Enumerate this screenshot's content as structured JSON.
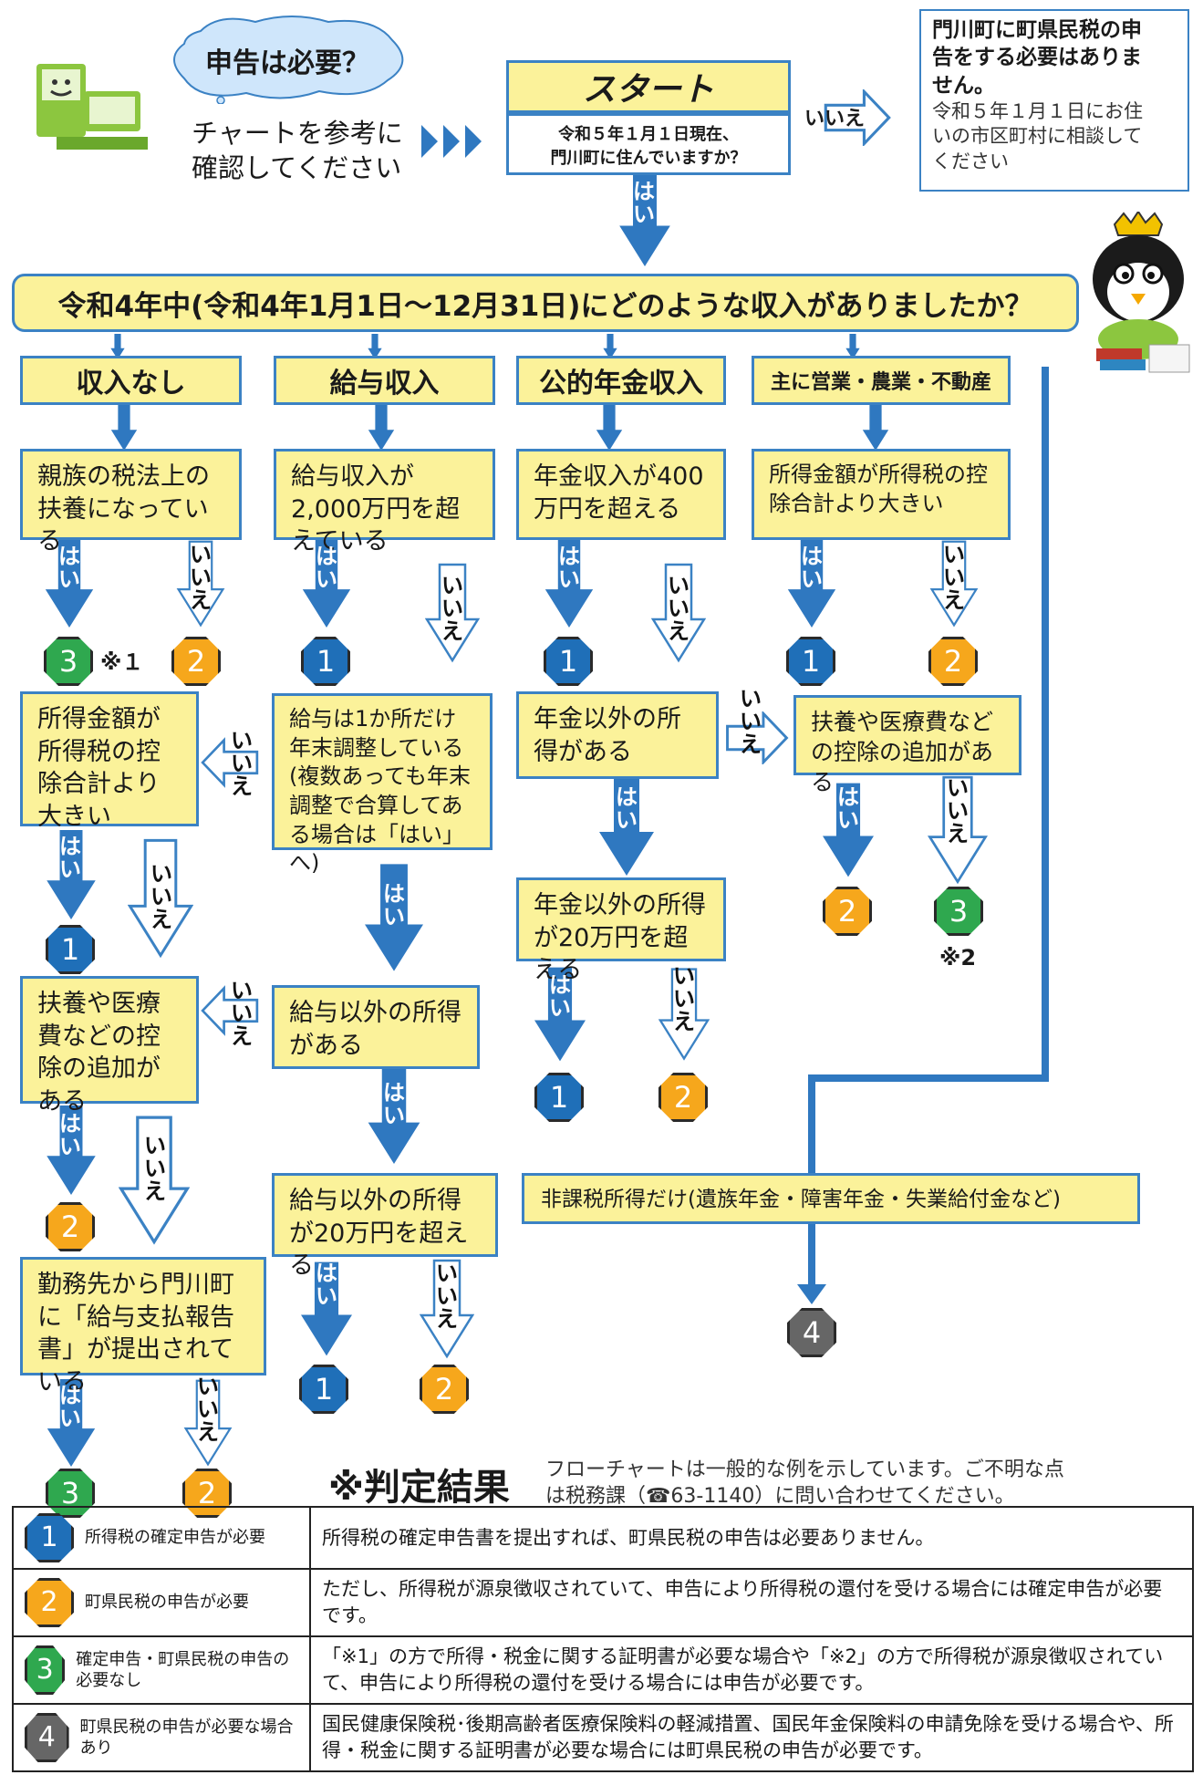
{
  "intro": {
    "bubble": "申告は必要？",
    "guide_line1": "チャートを参考に",
    "guide_line2": "確認してください"
  },
  "start": {
    "title": "スタート",
    "question_line1": "令和５年１月１日現在、",
    "question_line2": "門川町に住んでいますか？",
    "yes": "はい",
    "no": "いいえ"
  },
  "outside": {
    "heading_line1": "門川町に町県民税の申",
    "heading_line2": "告をする必要はありま",
    "heading_line3": "せん。",
    "body_line1": "令和５年１月１日にお住",
    "body_line2": "いの市区町村に相談して",
    "body_line3": "ください"
  },
  "income_question": "令和4年中(令和4年1月1日～12月31日)にどのような収入がありましたか？",
  "categories": {
    "none": "収入なし",
    "salary": "給与収入",
    "pension": "公的年金収入",
    "business": "主に営業・農業・不動産"
  },
  "labels": {
    "yes": "はい",
    "no": "いいえ"
  },
  "nodes": {
    "dependent": "親族の税法上の扶養になっている",
    "salary_over": "給与収入が2,000万円を超えている",
    "pension_over": "年金収入が400万円を超える",
    "business_over": "所得金額が所得税の控除合計より大きい",
    "none_income_over": "所得金額が所得税の控除合計より大きい",
    "salary_one": "給与は1か所だけ年末調整している(複数あっても年末調整で合算してある場合は「はい」へ)",
    "pension_other": "年金以外の所得がある",
    "deduction_add_right": "扶養や医療費などの控除の追加がある",
    "deduction_add_left": "扶養や医療費などの控除の追加がある",
    "salary_other": "給与以外の所得がある",
    "pension_other_over": "年金以外の所得が20万円を超える",
    "salary_other_over": "給与以外の所得が20万円を超える",
    "employer_report": "勤務先から門川町に「給与支払報告書」が提出されている",
    "nontaxable": "非課税所得だけ(遺族年金・障害年金・失業給付金など)"
  },
  "notes": {
    "n1": "※１",
    "n2": "※2"
  },
  "result": {
    "title": "※判定結果",
    "note_line1": "フローチャートは一般的な例を示しています。ご不明な点",
    "note_line2": "は税務課（☎63-1140）に問い合わせてください。",
    "rows": [
      {
        "num": "1",
        "label": "所得税の確定申告が必要",
        "text": "所得税の確定申告書を提出すれば、町県民税の申告は必要ありません。"
      },
      {
        "num": "2",
        "label": "町県民税の申告が必要",
        "text": "ただし、所得税が源泉徴収されていて、申告により所得税の還付を受ける場合には確定申告が必要です。"
      },
      {
        "num": "3",
        "label": "確定申告・町県民税の申告の必要なし",
        "text": "「※1」の方で所得・税金に関する証明書が必要な場合や「※2」の方で所得税が源泉徴収されていて、申告により所得税の還付を受ける場合には申告が必要です。"
      },
      {
        "num": "4",
        "label": "町県民税の申告が必要な場合あり",
        "text": "国民健康保険税･後期高齢者医療保険料の軽減措置、国民年金保険料の申請免除を受ける場合や、所得・税金に関する証明書が必要な場合には町県民税の申告が必要です。"
      }
    ]
  },
  "badges": [
    "1",
    "2",
    "3",
    "4"
  ],
  "colors": {
    "box": "#fbf29a",
    "border": "#3b82c4",
    "arrow": "#2f78c0",
    "b1": "#1f6fb8",
    "b2": "#f6a71c",
    "b3": "#2fa84f",
    "b4": "#666666"
  }
}
